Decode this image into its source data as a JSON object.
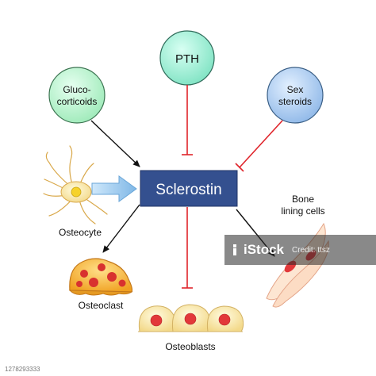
{
  "center": {
    "label": "Sclerostin",
    "color": "#34508f"
  },
  "inputs": {
    "pth": {
      "label": "PTH",
      "color": "#9ff0d8"
    },
    "glucocorticoids": {
      "line1": "Gluco-",
      "line2": "corticoids",
      "color": "#b8f5cf"
    },
    "sex_steroids": {
      "line1": "Sex",
      "line2": "steroids",
      "color": "#aecdf0"
    }
  },
  "cells": {
    "osteocyte": "Osteocyte",
    "osteoclast": "Osteoclast",
    "osteoblasts": "Osteoblasts",
    "bone_lining": {
      "line1": "Bone",
      "line2": "lining cells"
    }
  },
  "arrow_colors": {
    "activation": "#111111",
    "inhibition": "#e0242b"
  },
  "watermark": {
    "brand": "iStock",
    "credit": "Credit: ttsz"
  },
  "stock_id": "1278293333"
}
